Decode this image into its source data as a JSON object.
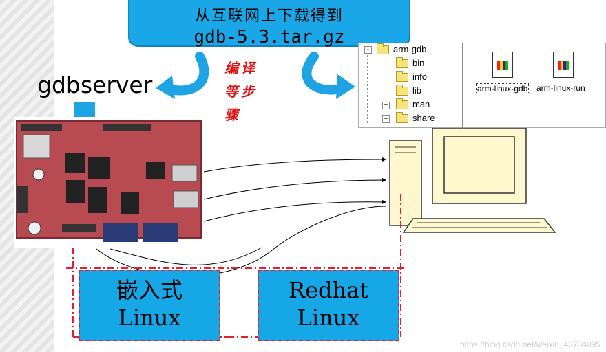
{
  "callout": {
    "line1": "从互联网上下载得到",
    "line2": "gdb-5.3.tar.gz"
  },
  "steps_label": "编译等步骤",
  "gdbserver_label": "gdbserver",
  "explorer": {
    "tree": [
      {
        "label": "arm-gdb",
        "expander": "-"
      },
      {
        "label": "bin",
        "expander": ""
      },
      {
        "label": "info",
        "expander": ""
      },
      {
        "label": "lib",
        "expander": ""
      },
      {
        "label": "man",
        "expander": "+"
      },
      {
        "label": "share",
        "expander": "+"
      }
    ],
    "files": [
      "arm-linux-gdb",
      "arm-linux-run"
    ]
  },
  "boxes": {
    "embedded": {
      "line1": "嵌入式",
      "line2": "Linux"
    },
    "host": {
      "line1": "Redhat",
      "line2": "Linux"
    }
  },
  "watermark": "https://blog.csdn.net/weixin_43734095",
  "colors": {
    "callout_blue": "#1aa7e8",
    "box_blue": "#16a8e6",
    "red_dash": "#e01f2f",
    "arrow_blue": "#1ea3e4"
  }
}
